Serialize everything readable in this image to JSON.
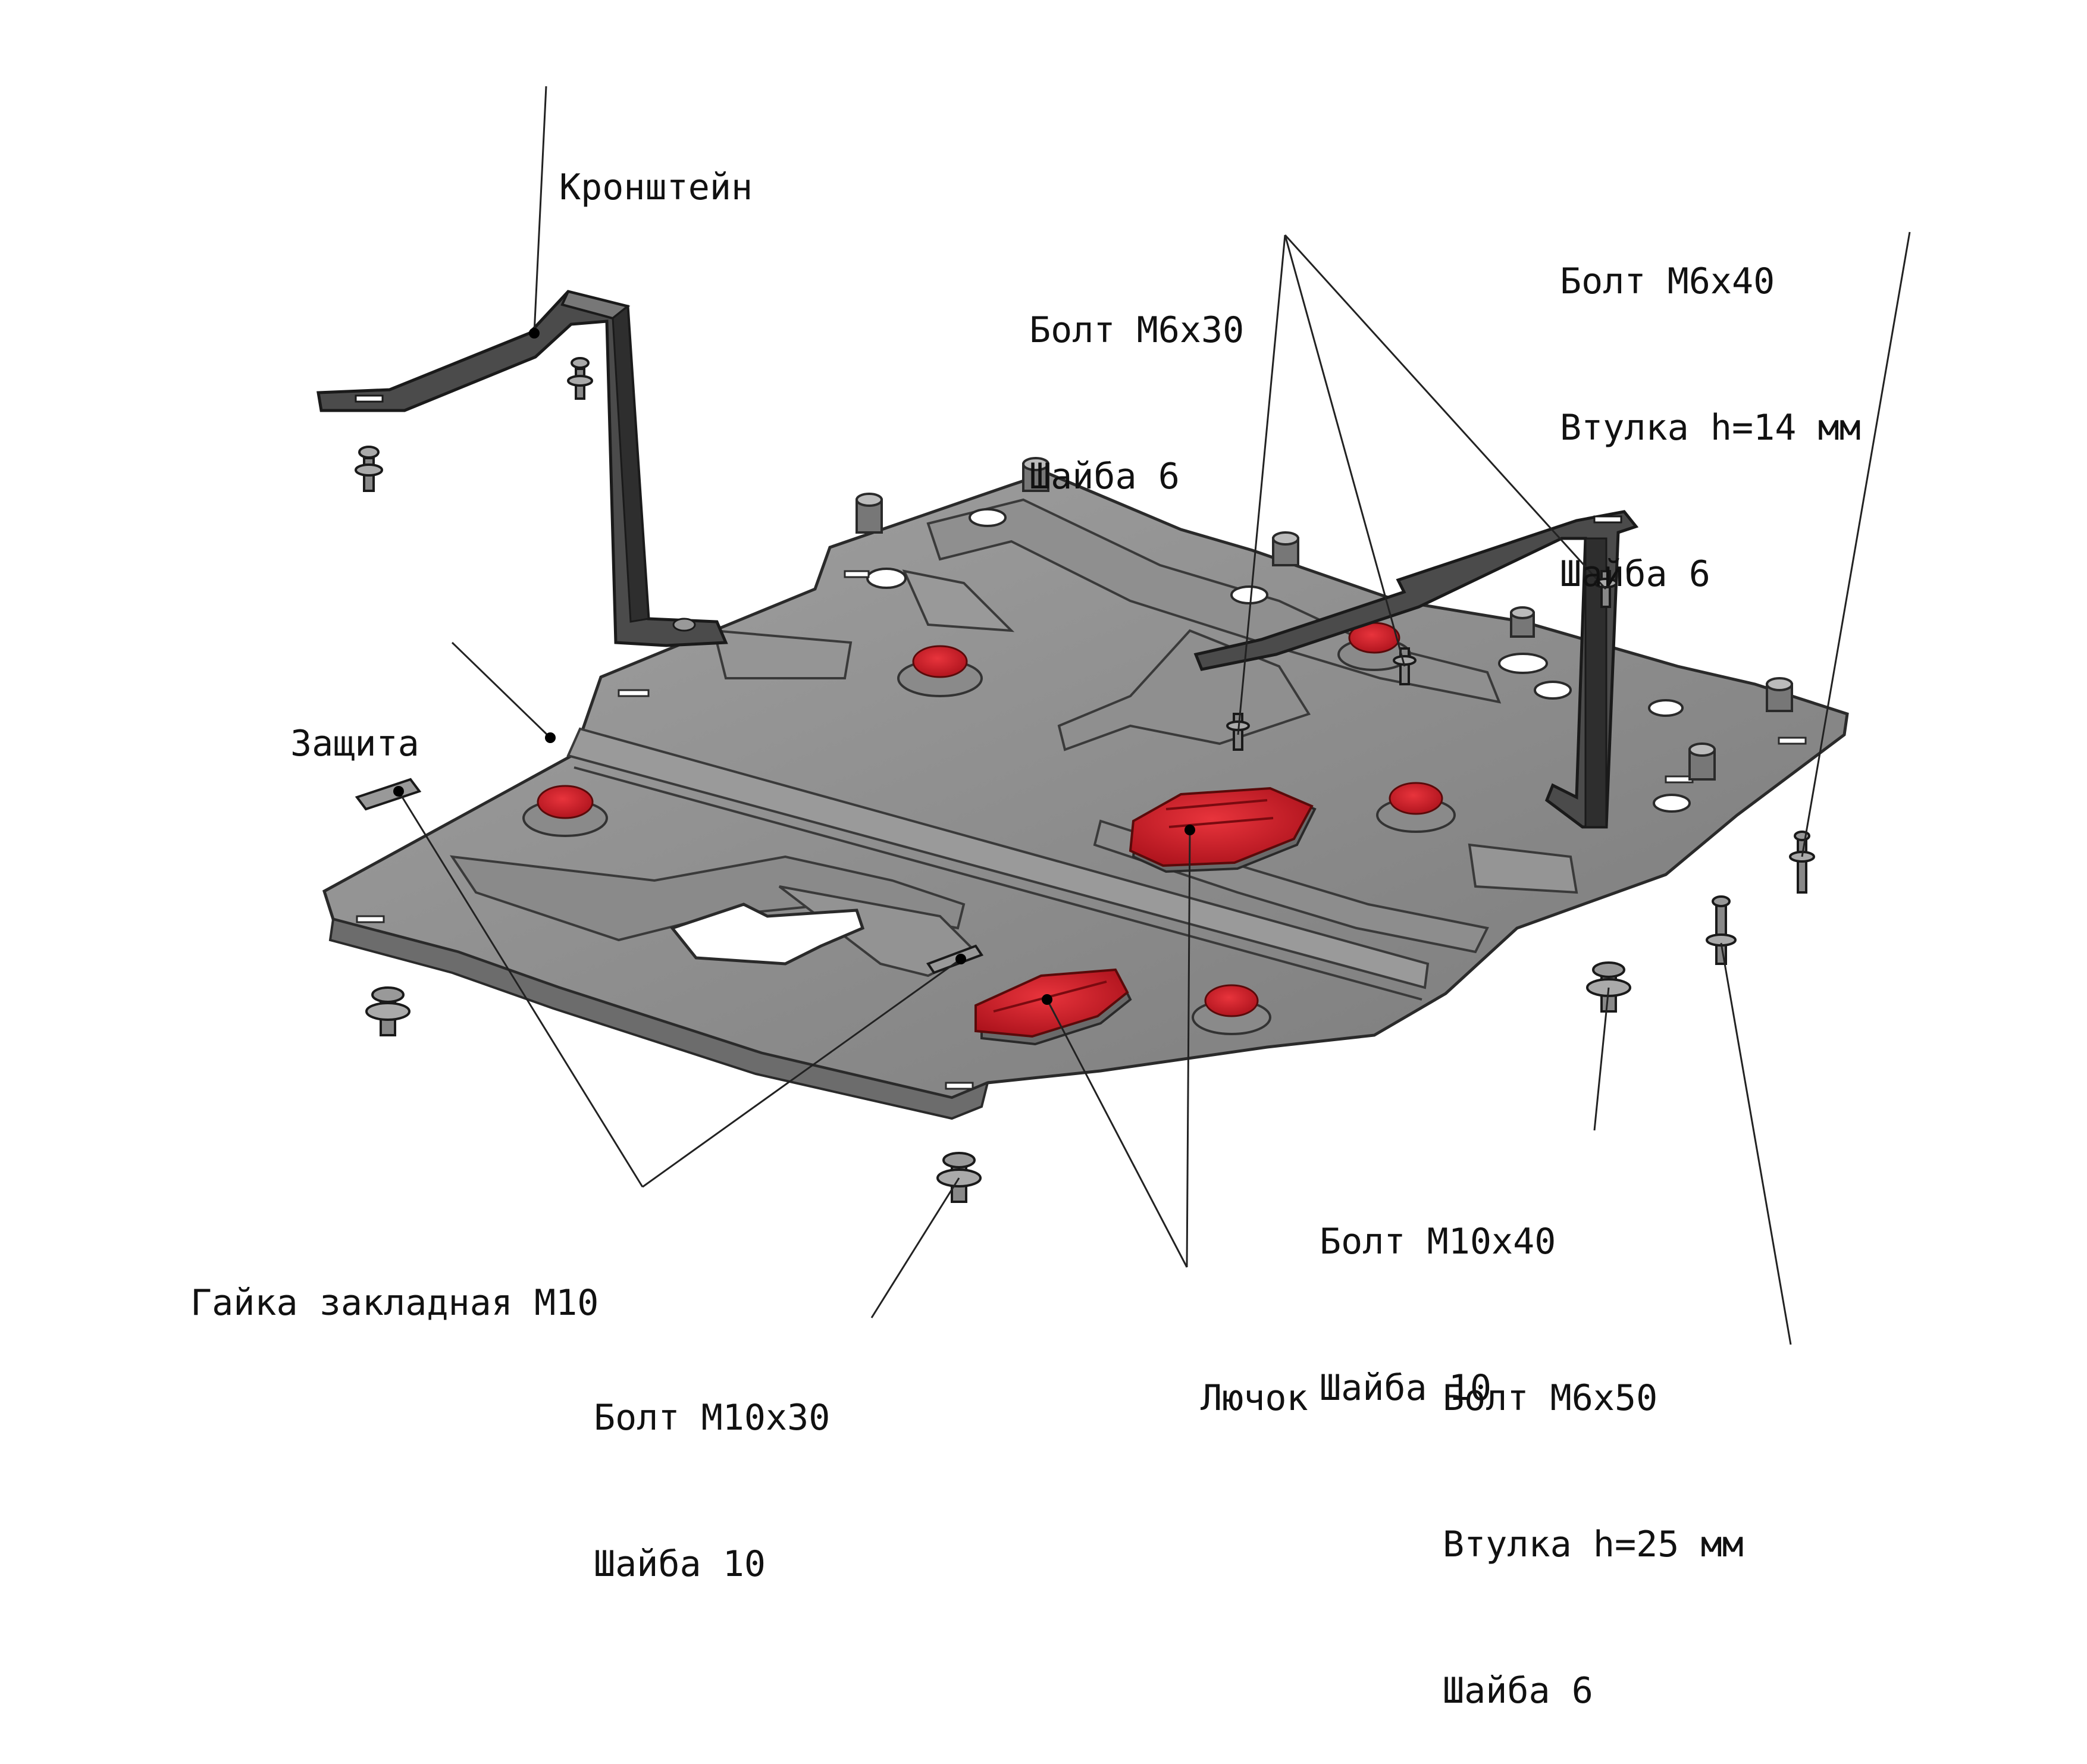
{
  "labels": {
    "bracket": "Кронштейн",
    "guard": "Защита",
    "embedded_nut": "Гайка закладная М10",
    "hatch": "Лючок",
    "bolt_m6x30": [
      "Болт М6х30",
      "Шайба 6"
    ],
    "bolt_m6x40": [
      "Болт М6х40",
      "Втулка h=14 мм",
      "Шайба 6"
    ],
    "bolt_m10x40": [
      "Болт М10х40",
      "Шайба 10"
    ],
    "bolt_m10x30": [
      "Болт М10х30",
      "Шайба 10"
    ],
    "bolt_m6x50": [
      "Болт М6х50",
      "Втулка h=25 мм",
      "Шайба 6"
    ]
  },
  "colors": {
    "plate": "#8c8c8c",
    "plate_dark": "#5f5f5f",
    "bracket": "#4a4a4a",
    "plug_red": "#c8141e",
    "line": "#222222"
  }
}
